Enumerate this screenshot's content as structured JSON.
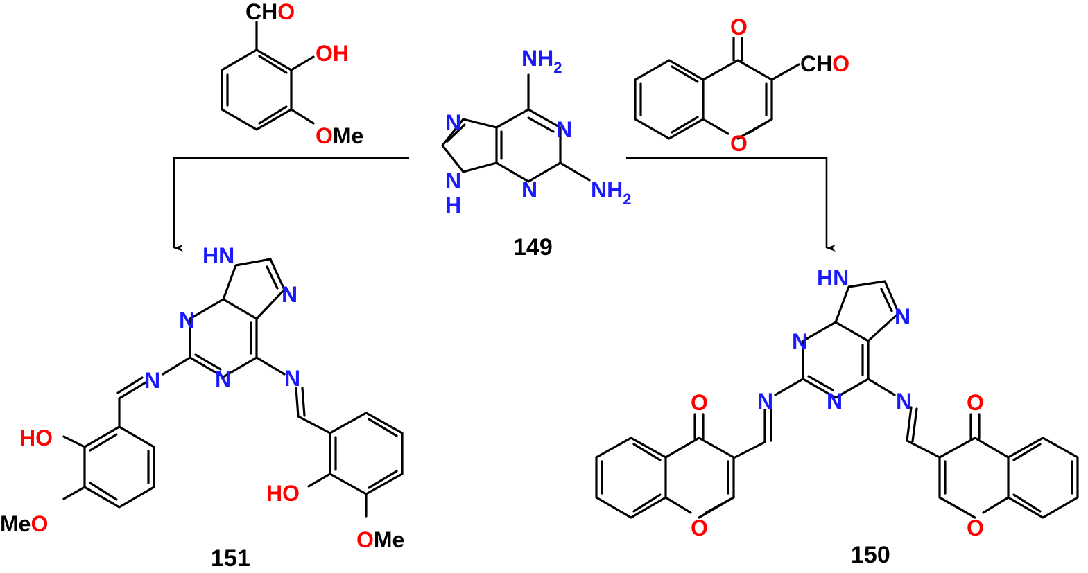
{
  "compounds": {
    "c149": {
      "label": "149"
    },
    "c150": {
      "label": "150"
    },
    "c151": {
      "label": "151"
    }
  },
  "atom_text": {
    "N": "N",
    "H": "H",
    "O": "O",
    "C": "C",
    "NH": "NH",
    "HN": "HN",
    "HO": "HO",
    "OH": "OH",
    "Me": "Me",
    "CH": "CH",
    "sub2": "2"
  },
  "colors": {
    "nitrogen": "#1a1aff",
    "oxygen": "#ff0000",
    "carbon_bonds": "#000000"
  }
}
